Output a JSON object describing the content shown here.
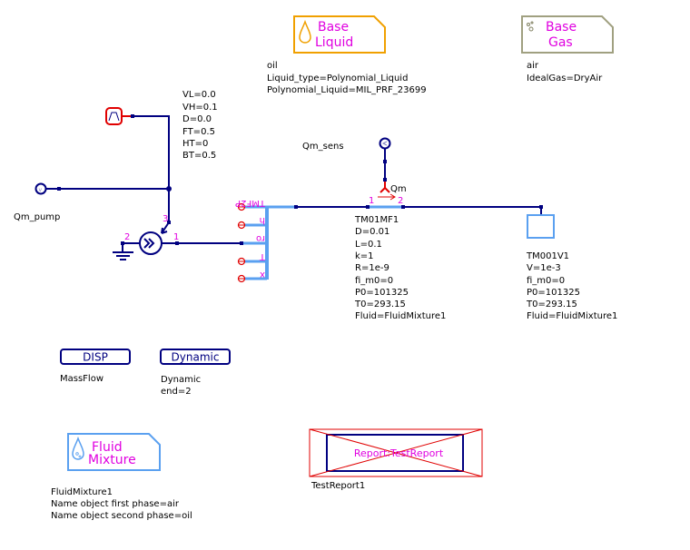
{
  "base_liquid": {
    "title_line1": "Base",
    "title_line2": "Liquid",
    "color": "#f0a000",
    "params": [
      "oil",
      "Liquid_type=Polynomial_Liquid",
      "Polynomial_Liquid=MIL_PRF_23699"
    ]
  },
  "base_gas": {
    "title_line1": "Base",
    "title_line2": "Gas",
    "color": "#a0a080",
    "params": [
      "air",
      "IdealGas=DryAir"
    ]
  },
  "pulse_source": {
    "icon": "trapezoid-pulse-icon",
    "params": [
      "VL=0.0",
      "VH=0.1",
      "D=0.0",
      "FT=0.5",
      "HT=0",
      "BT=0.5"
    ]
  },
  "qm_pump": {
    "label": "Qm_pump",
    "icon": "voltage-source-icon"
  },
  "pump": {
    "icon": "pump-icon",
    "ports": {
      "p1": "1",
      "p2": "2",
      "p3": "3"
    }
  },
  "tmf2p": {
    "title": "TMF2P",
    "ports": [
      "h",
      "ro",
      "T",
      "x"
    ]
  },
  "qm_sens": {
    "label": "Qm_sens",
    "probe_label": "Qm",
    "icon": "voltage-probe-icon"
  },
  "pipe": {
    "port1": "1",
    "port2": "2",
    "params": [
      "TM01MF1",
      "D=0.01",
      "L=0.1",
      "k=1",
      "R=1e-9",
      "fi_m0=0",
      "P0=101325",
      "T0=293.15",
      "Fluid=FluidMixture1"
    ]
  },
  "volume": {
    "params": [
      "TM001V1",
      "V=1e-3",
      "fi_m0=0",
      "P0=101325",
      "T0=293.15",
      "Fluid=FluidMixture1"
    ]
  },
  "disp": {
    "button": "DISP",
    "params": [
      "MassFlow"
    ]
  },
  "dynamic": {
    "button": "Dynamic",
    "params": [
      "Dynamic",
      "end=2"
    ]
  },
  "fluid_mixture": {
    "title_line1": "Fluid",
    "title_line2": "Mixture",
    "color": "#5aa0f0",
    "params": [
      "FluidMixture1",
      "Name object first phase=air",
      "Name object second phase=oil"
    ]
  },
  "report": {
    "inner_text": "Report:TestReport",
    "params": [
      "TestReport1"
    ]
  },
  "colors": {
    "wire": "#000080",
    "fluid_wire": "#5aa0f0",
    "port_label": "#e000e0",
    "signal": "#ff0000"
  }
}
